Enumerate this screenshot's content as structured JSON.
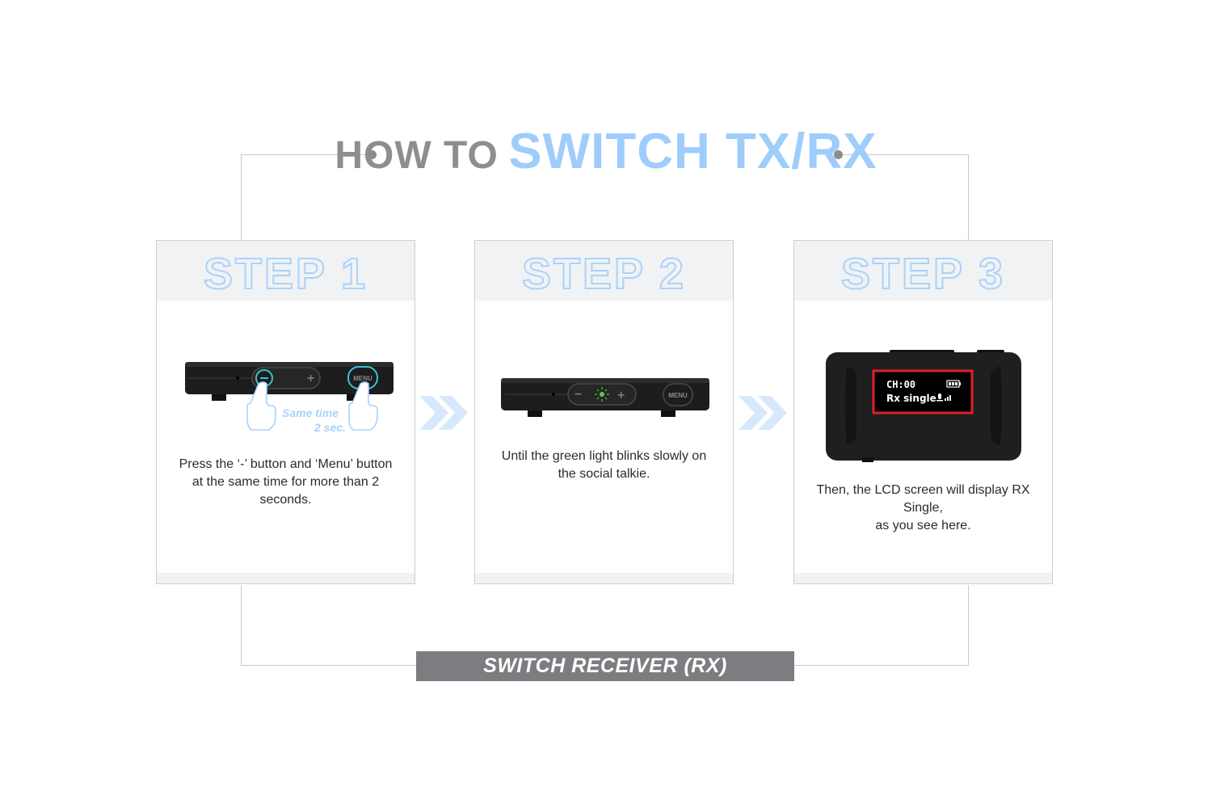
{
  "title": {
    "prefix": "HOW TO",
    "highlight": "SWITCH TX/RX"
  },
  "steps": [
    {
      "label": "STEP 1",
      "description_line1": "Press the ‘-’ button and ‘Menu’ button",
      "description_line2": "at the same time for more than 2 seconds.",
      "callout_line1": "Same time",
      "callout_line2": "2 sec.",
      "menu_label": "MENU"
    },
    {
      "label": "STEP 2",
      "description_line1": "Until the green light blinks slowly on",
      "description_line2": "the social talkie.",
      "menu_label": "MENU"
    },
    {
      "label": "STEP 3",
      "description_line1": "Then, the LCD screen will display RX Single,",
      "description_line2": "as you see here.",
      "lcd_line1": "CH:00",
      "lcd_line2": "Rx single"
    }
  ],
  "footer": {
    "banner": "SWITCH RECEIVER (RX)"
  },
  "colors": {
    "accent_blue": "#9fcdfb",
    "title_gray": "#8e8e8e",
    "banner_gray": "#7c7d80",
    "highlight_teal": "#35c4d6",
    "lcd_red": "#e0202a",
    "led_green": "#4cd43a"
  }
}
